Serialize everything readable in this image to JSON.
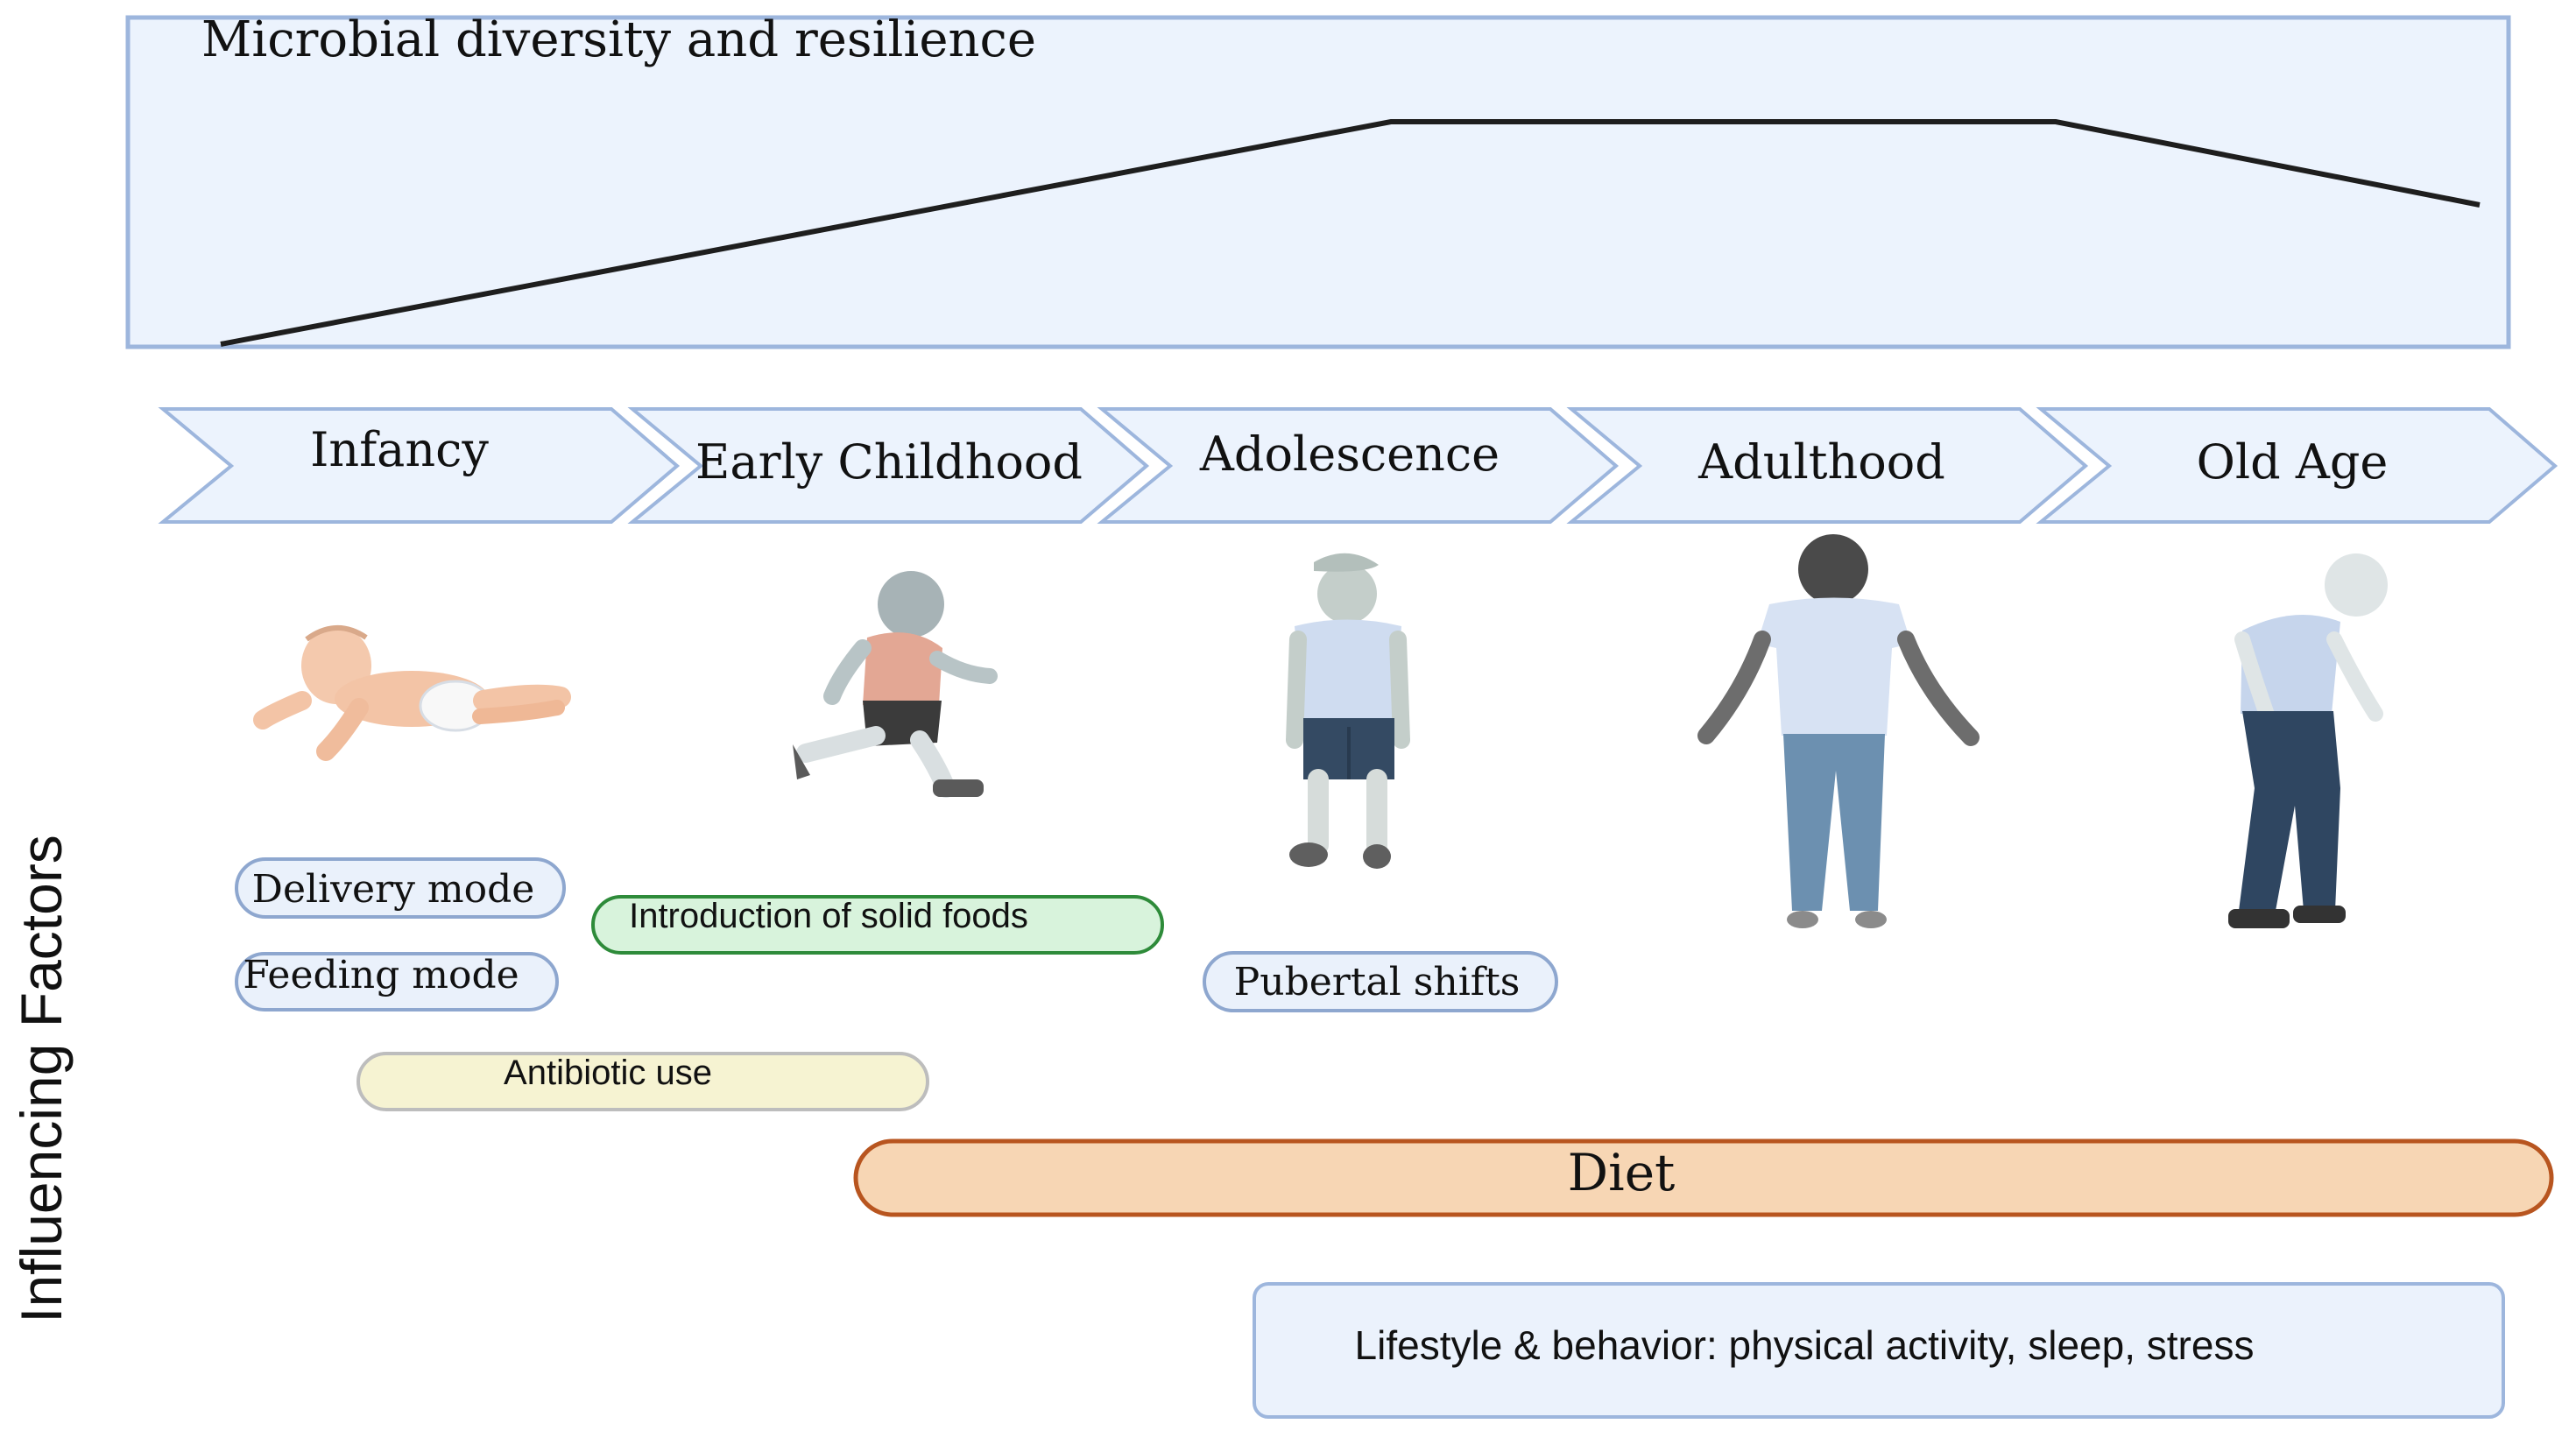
{
  "diversity_panel": {
    "title": "Microbial diversity and resilience",
    "colors": {
      "fill": "#ecf3fd",
      "stroke": "#9db6dd",
      "line": "#1e1e1e"
    }
  },
  "life_stages": [
    {
      "label": "Infancy"
    },
    {
      "label": "Early Childhood"
    },
    {
      "label": "Adolescence"
    },
    {
      "label": "Adulthood"
    },
    {
      "label": "Old Age"
    }
  ],
  "side_label": "Influencing Factors",
  "factors": {
    "delivery_mode": {
      "label": "Delivery mode",
      "fill": "#eaf1fb",
      "stroke": "#8ea7cf"
    },
    "feeding_mode": {
      "label": "Feeding mode",
      "fill": "#eaf1fb",
      "stroke": "#8ea7cf"
    },
    "solid_foods": {
      "label": "Introduction of solid foods",
      "fill": "#d8f3dc",
      "stroke": "#2e8b3a"
    },
    "antibiotic_use": {
      "label": "Antibiotic use",
      "fill": "#f6f3d2",
      "stroke": "#bdbdbd"
    },
    "pubertal_shifts": {
      "label": "Pubertal shifts",
      "fill": "#eaf1fb",
      "stroke": "#8ea7cf"
    },
    "diet": {
      "label": "Diet",
      "fill": "#f7d6b4",
      "stroke": "#b8551f"
    },
    "lifestyle": {
      "label": "Lifestyle & behavior: physical activity, sleep, stress",
      "fill": "#ebf2fc",
      "stroke": "#9db6dd"
    }
  },
  "figures": {
    "infant": {
      "icon": "baby-figure-icon"
    },
    "child": {
      "icon": "running-child-figure-icon"
    },
    "adolescent": {
      "icon": "adolescent-figure-icon"
    },
    "adult": {
      "icon": "adult-figure-icon"
    },
    "elderly": {
      "icon": "elderly-figure-icon"
    }
  }
}
